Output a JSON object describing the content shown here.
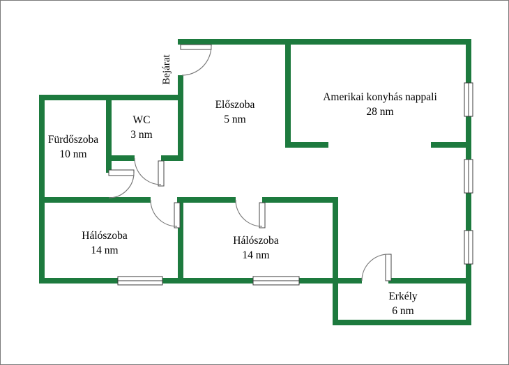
{
  "plan": {
    "entrance_label": "Bejárat",
    "rooms": [
      {
        "id": "eloszoba",
        "name": "Előszoba",
        "area": "5 nm"
      },
      {
        "id": "wc",
        "name": "WC",
        "area": "3 nm"
      },
      {
        "id": "furdoszoba",
        "name": "Fürdőszoba",
        "area": "10 nm"
      },
      {
        "id": "nappali",
        "name": "Amerikai konyhás nappali",
        "area": "28 nm"
      },
      {
        "id": "haloszoba1",
        "name": "Hálószoba",
        "area": "14 nm"
      },
      {
        "id": "haloszoba2",
        "name": "Hálószoba",
        "area": "14 nm"
      },
      {
        "id": "erkely",
        "name": "Erkély",
        "area": "6 nm"
      }
    ],
    "colors": {
      "wall": "#1d7a3e",
      "background": "#ffffff",
      "text": "#000000"
    }
  }
}
